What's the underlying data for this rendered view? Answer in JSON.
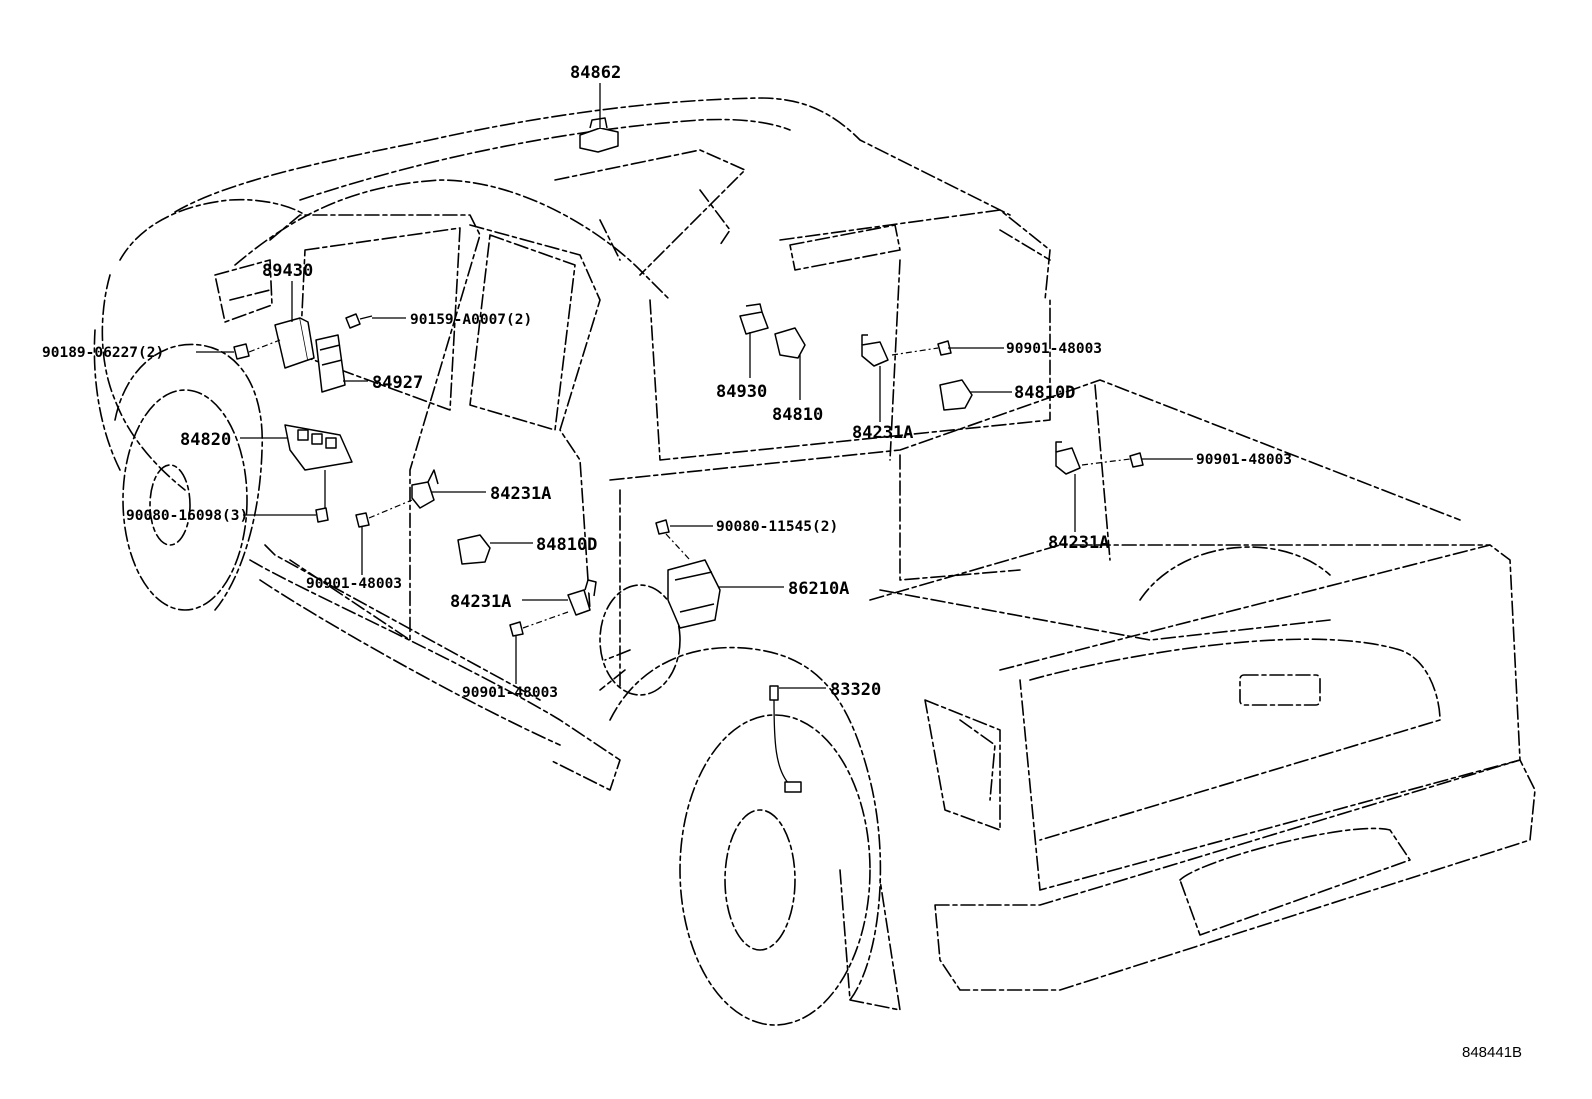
{
  "diagram": {
    "reference_code": "848441B",
    "callouts": {
      "p84862": "84862",
      "p89430": "89430",
      "p90159": "90159-A0007(2)",
      "p90189": "90189-06227(2)",
      "p84927": "84927",
      "p84820": "84820",
      "p84231a_left": "84231A",
      "p90080_16098": "90080-16098(3)",
      "p90901_a": "90901-48003",
      "p84810d_left": "84810D",
      "p84231a_mid": "84231A",
      "p90901_b": "90901-48003",
      "p90080_11545": "90080-11545(2)",
      "p86210a": "86210A",
      "p83320": "83320",
      "p84930": "84930",
      "p84810": "84810",
      "p84231a_rear": "84231A",
      "p90901_c": "90901-48003",
      "p84810d_right": "84810D",
      "p90901_d": "90901-48003",
      "p84231a_right": "84231A"
    }
  }
}
